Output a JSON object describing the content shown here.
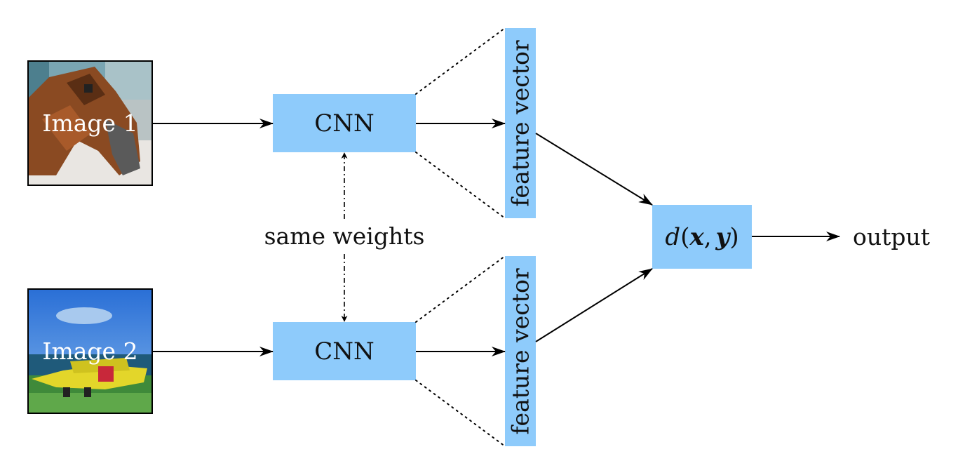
{
  "inputs": [
    {
      "label": "Image 1",
      "picture": "horse-thumbnail"
    },
    {
      "label": "Image 2",
      "picture": "airplane-thumbnail"
    }
  ],
  "encoders": [
    {
      "label": "CNN"
    },
    {
      "label": "CNN"
    }
  ],
  "features": [
    {
      "label": "feature vector"
    },
    {
      "label": "feature vector"
    }
  ],
  "shared_label": "same weights",
  "distance": {
    "func": "d",
    "open": "(",
    "x": "x",
    "comma": ",",
    "y": "y",
    "close": ")"
  },
  "output_label": "output",
  "colors": {
    "box_fill": "#8ecbfb",
    "stroke": "#000000",
    "text": "#111111",
    "image_text": "#ffffff"
  }
}
